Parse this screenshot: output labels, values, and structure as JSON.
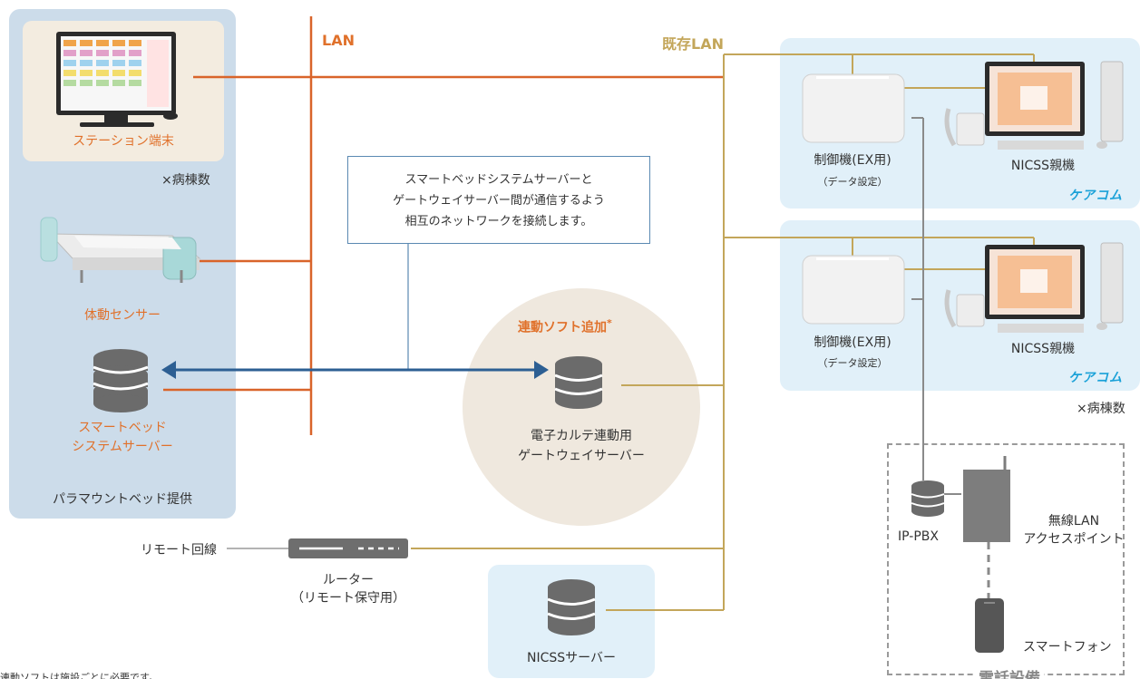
{
  "network": {
    "lan_label": "LAN",
    "existing_lan_label": "既存LAN"
  },
  "left_panel": {
    "station_label": "ステーション端末",
    "ward_multiplier": "×病棟数",
    "sensor_label": "体動センサー",
    "server_label": "スマートベッド\nシステムサーバー",
    "provider_label": "パラマウントベッド提供"
  },
  "note": {
    "text": "スマートベッドシステムサーバーと\nゲートウェイサーバー間が通信するよう\n相互のネットワークを接続します。"
  },
  "gateway": {
    "add_label": "連動ソフト追加",
    "asterisk": "*",
    "server_label": "電子カルテ連動用\nゲートウェイサーバー"
  },
  "router": {
    "remote_line_label": "リモート回線",
    "label": "ルーター\n（リモート保守用）"
  },
  "nicss_server": {
    "label": "NICSSサーバー"
  },
  "care_units": [
    {
      "controller_label": "制御機(EX用)",
      "controller_sub": "（データ設定）",
      "master_label": "NICSS親機",
      "brand": "ケアコム"
    },
    {
      "controller_label": "制御機(EX用)",
      "controller_sub": "（データ設定）",
      "master_label": "NICSS親機",
      "brand": "ケアコム"
    }
  ],
  "care_multiplier": "×病棟数",
  "phone_system": {
    "title": "電話設備",
    "ippbx_label": "IP-PBX",
    "ap_label": "無線LAN\nアクセスポイント",
    "smartphone_label": "スマートフォン"
  },
  "footnote": "連動ソフトは施設ごとに必要です。",
  "colors": {
    "lan": "#d9642a",
    "existing_lan": "#c3a65a",
    "link": "#2d5f93",
    "phone": "#8a8a8a"
  }
}
